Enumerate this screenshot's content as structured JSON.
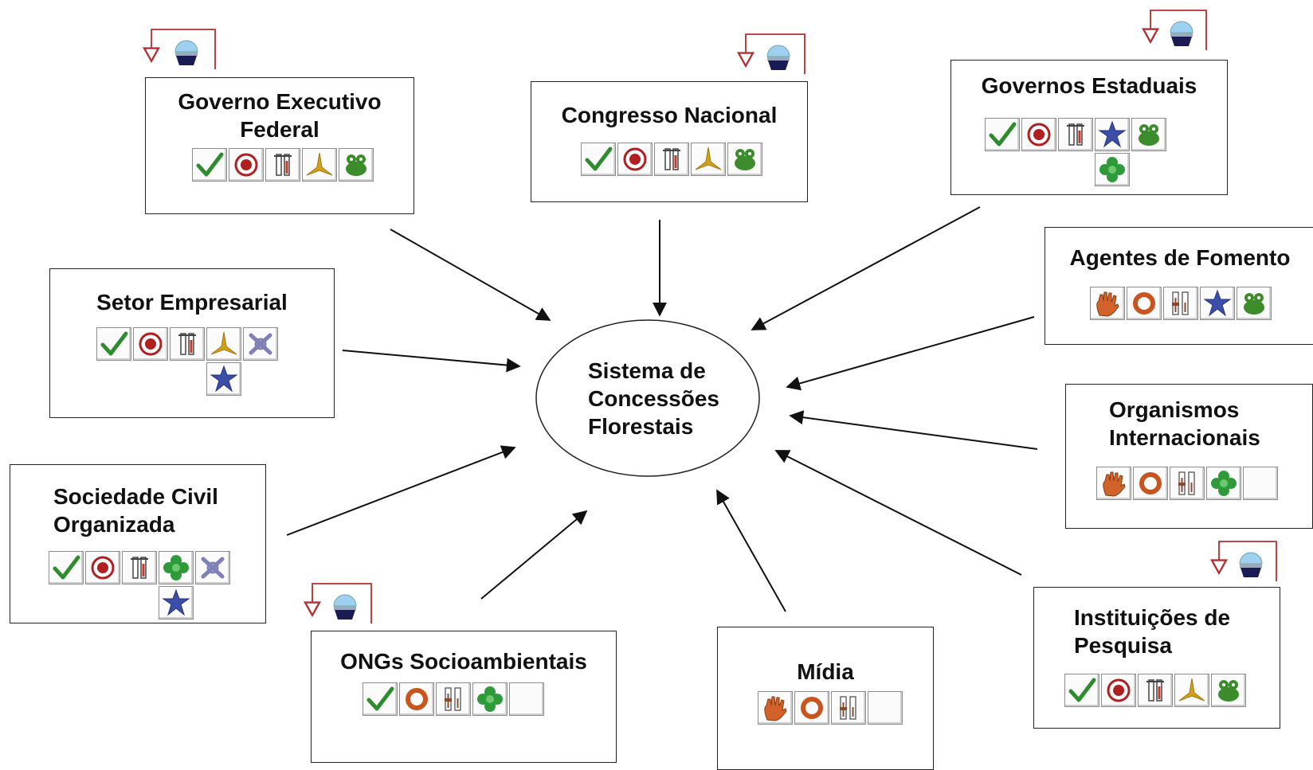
{
  "center": {
    "lines": [
      "Sistema de",
      "Concessões",
      "Florestais"
    ]
  },
  "actors": [
    {
      "id": "gov-federal",
      "lines": [
        "Governo Executivo",
        "Federal"
      ],
      "icons": [
        "check-icon",
        "target-icon",
        "thermometer-icon",
        "triangle-icon",
        "frog-icon"
      ],
      "feedback": true
    },
    {
      "id": "congresso",
      "lines": [
        "Congresso Nacional"
      ],
      "icons": [
        "check-icon",
        "target-icon",
        "thermometer-icon",
        "triangle-icon",
        "frog-icon"
      ],
      "feedback": true
    },
    {
      "id": "gov-estaduais",
      "lines": [
        "Governos Estaduais"
      ],
      "icons": [
        "check-icon",
        "target-icon",
        "thermometer-icon",
        "star-icon",
        "frog-icon",
        "clover-icon"
      ],
      "feedback": true
    },
    {
      "id": "setor-empresarial",
      "lines": [
        "Setor Empresarial"
      ],
      "icons": [
        "check-icon",
        "target-icon",
        "thermometer-icon",
        "triangle-icon",
        "knot-icon",
        "star-icon"
      ],
      "feedback": false
    },
    {
      "id": "agentes-fomento",
      "lines": [
        "Agentes de Fomento"
      ],
      "icons": [
        "hand-icon",
        "ring-icon",
        "sliders-icon",
        "star-icon",
        "frog-icon"
      ],
      "feedback": false
    },
    {
      "id": "organismos",
      "lines": [
        "Organismos",
        "Internacionais"
      ],
      "icons": [
        "hand-icon",
        "ring-icon",
        "sliders-icon",
        "clover-icon",
        "empty"
      ],
      "feedback": false
    },
    {
      "id": "sociedade-civil",
      "lines": [
        "Sociedade Civil",
        "Organizada"
      ],
      "icons": [
        "check-icon",
        "target-icon",
        "thermometer-icon",
        "clover-icon",
        "knot-icon",
        "star-icon"
      ],
      "feedback": false
    },
    {
      "id": "ongs",
      "lines": [
        "ONGs Socioambientais"
      ],
      "icons": [
        "check-icon",
        "ring-icon",
        "sliders-icon",
        "clover-icon",
        "empty"
      ],
      "feedback": true
    },
    {
      "id": "midia",
      "lines": [
        "Mídia"
      ],
      "icons": [
        "hand-icon",
        "ring-icon",
        "sliders-icon",
        "empty"
      ],
      "feedback": false
    },
    {
      "id": "instituicoes",
      "lines": [
        "Instituições de",
        "Pesquisa"
      ],
      "icons": [
        "check-icon",
        "target-icon",
        "thermometer-icon",
        "triangle-icon",
        "frog-icon"
      ],
      "feedback": true
    }
  ],
  "colors": {
    "check": "#2e8b2e",
    "target": "#b02020",
    "thermometer": "#c0392b",
    "triangle": "#d4a017",
    "frog": "#3c8c2c",
    "star": "#3b4fa8",
    "clover": "#2f9a3a",
    "knot": "#8080b8",
    "hand": "#d0622a",
    "ring": "#c8551d",
    "sliders": "#8a4a2a",
    "dome": "#9fd0f0",
    "feedback": "#b03030"
  }
}
